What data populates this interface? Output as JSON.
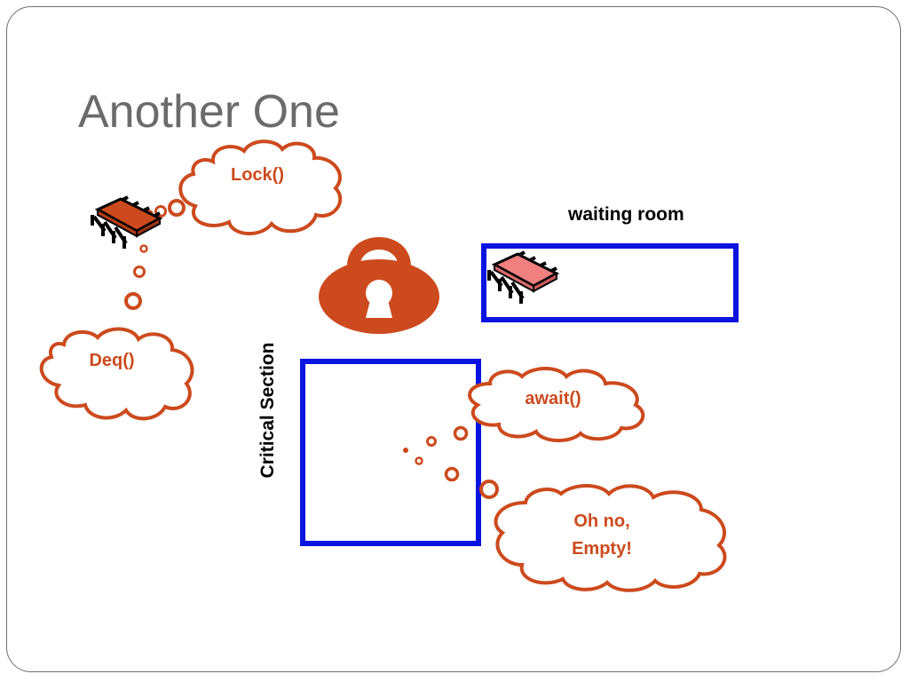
{
  "slide": {
    "title": "Another One"
  },
  "labels": {
    "waiting_room": "waiting room",
    "critical_section": "Critical Section"
  },
  "bubbles": {
    "lock": "Lock()",
    "deq": "Deq()",
    "await": "await()",
    "empty_line1": "Oh no,",
    "empty_line2": "Empty!"
  },
  "colors": {
    "accent": "#cc4a1d",
    "box": "#0a14e0",
    "bug_waiting": "#f08080",
    "bug_active": "#cc4a1d",
    "title": "#6b6b6b"
  },
  "icons": {
    "lock": "padlock-icon",
    "thread": "bug-icon"
  }
}
